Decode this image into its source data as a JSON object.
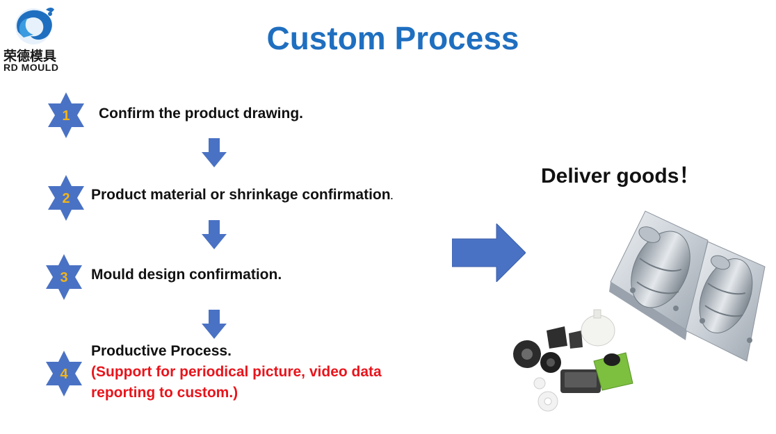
{
  "logo": {
    "chinese_name": "荣德模具",
    "english_name": "RD MOULD"
  },
  "title": "Custom Process",
  "steps": [
    {
      "number": "1",
      "text": "Confirm the product drawing."
    },
    {
      "number": "2",
      "text": "Product material or shrinkage confirmation",
      "suffix": "."
    },
    {
      "number": "3",
      "text": "Mould design confirmation."
    },
    {
      "number": "4",
      "text": "Productive Process.",
      "note_line1": "(Support for periodical picture, video data",
      "note_line2": "reporting to custom.)"
    }
  ],
  "deliver": "Deliver goods！",
  "colors": {
    "title": "#1f6fc0",
    "star": "#4a72c4",
    "star_number": "#f2b41a",
    "arrow": "#4a72c4",
    "note": "#e8141b"
  },
  "icons": [
    "logo-swirl-icon",
    "six-point-star-icon",
    "down-arrow-icon",
    "right-arrow-icon",
    "mould-image",
    "plastic-parts-image"
  ]
}
